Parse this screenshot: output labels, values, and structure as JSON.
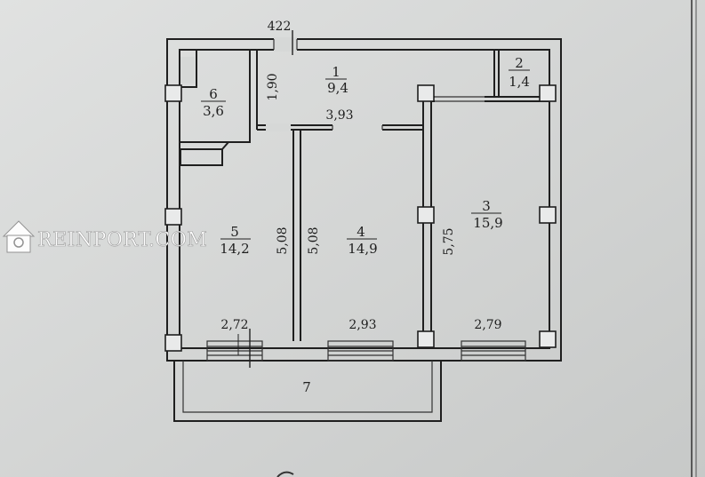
{
  "plan": {
    "top_dimension": "422",
    "rooms": [
      {
        "id": "room-1",
        "number": "1",
        "area": "9,4"
      },
      {
        "id": "room-2",
        "number": "2",
        "area": "1,4"
      },
      {
        "id": "room-3",
        "number": "3",
        "area": "15,9"
      },
      {
        "id": "room-4",
        "number": "4",
        "area": "14,9"
      },
      {
        "id": "room-5",
        "number": "5",
        "area": "14,2"
      },
      {
        "id": "room-6",
        "number": "6",
        "area": "3,6"
      },
      {
        "id": "room-7",
        "number": "7",
        "area": ""
      }
    ],
    "dimensions": {
      "hall_depth": "1,90",
      "hall_width": "3,93",
      "room5_height_left": "5,08",
      "room4_height_left": "5,08",
      "room3_height_left": "5,75",
      "room5_width": "2,72",
      "room4_width": "2,93",
      "room3_width": "2,79"
    }
  },
  "watermark": {
    "text": "REINPORT.COM",
    "logo": "house-logo"
  }
}
